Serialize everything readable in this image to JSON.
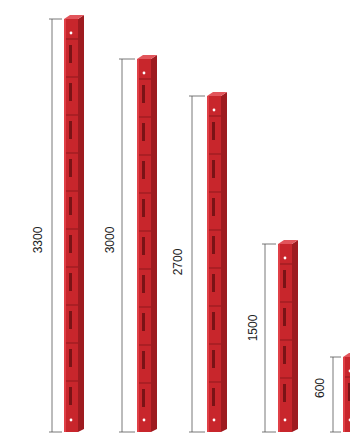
{
  "diagram": {
    "labels": [
      "3300",
      "3000",
      "2700",
      "1500",
      "600"
    ]
  }
}
